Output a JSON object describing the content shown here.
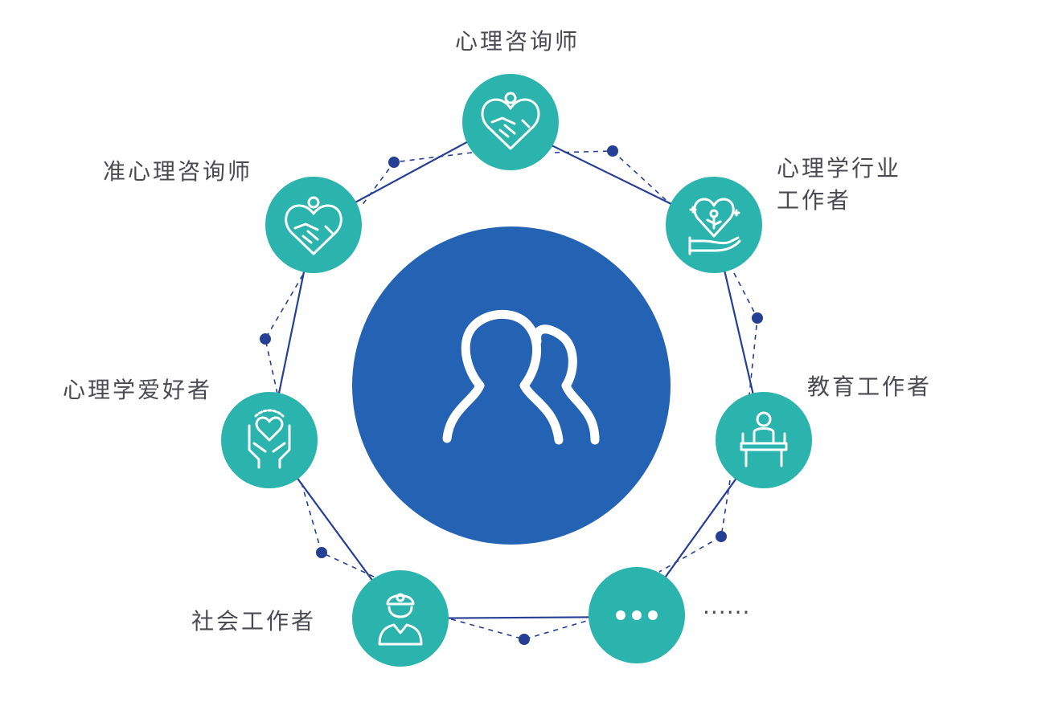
{
  "center": {
    "icon": "people-group-icon",
    "color": "#2463b3"
  },
  "colors": {
    "node_fill": "#2bb3ad",
    "connector": "#243f94",
    "dot": "#243f94",
    "icon_stroke": "#ffffff",
    "label_text": "#4a4a52"
  },
  "nodes": [
    {
      "id": "counselor",
      "label": "心理咨询师",
      "icon": "heart-handshake-icon"
    },
    {
      "id": "psych-industry",
      "label_lines": [
        "心理学行业",
        "工作者"
      ],
      "icon": "hand-plant-heart-icon"
    },
    {
      "id": "education",
      "label": "教育工作者",
      "icon": "teacher-podium-icon"
    },
    {
      "id": "more",
      "label": "......",
      "icon": "ellipsis-icon"
    },
    {
      "id": "social-worker",
      "label": "社会工作者",
      "icon": "worker-helmet-icon"
    },
    {
      "id": "psych-enthusiast",
      "label": "心理学爱好者",
      "icon": "hands-heart-icon"
    },
    {
      "id": "quasi-counselor",
      "label": "准心理咨询师",
      "icon": "heart-handshake-icon"
    }
  ]
}
